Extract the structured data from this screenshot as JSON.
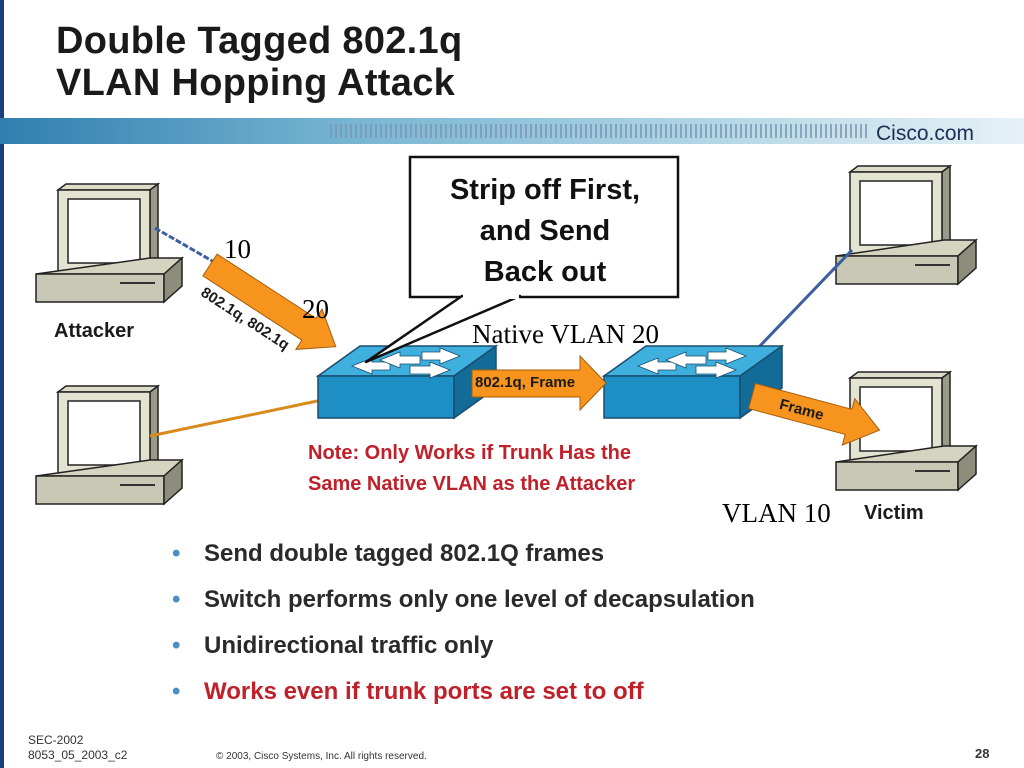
{
  "slide": {
    "title_line1": "Double Tagged 802.1q",
    "title_line2": "VLAN Hopping Attack",
    "brand": "Cisco.com"
  },
  "diagram": {
    "callout_line1": "Strip off First,",
    "callout_line2": "and Send",
    "callout_line3": "Back out",
    "attacker_label": "Attacker",
    "victim_label": "Victim",
    "tag_10": "10",
    "tag_20": "20",
    "native_vlan_label": "Native VLAN 20",
    "vlan10_label": "VLAN 10",
    "arrow_double_tag": "802.1q, 802.1q",
    "arrow_trunk": "802.1q, Frame",
    "arrow_frame": "Frame",
    "note_line1": "Note: Only Works if Trunk Has the",
    "note_line2": "Same Native VLAN as the Attacker",
    "colors": {
      "arrow_fill": "#f7941d",
      "switch_blue": "#1f8fc0",
      "note_red": "#c0202a",
      "header_bar": "#4a9abf"
    }
  },
  "bullets": [
    "Send double tagged 802.1Q frames",
    "Switch performs only one level of decapsulation",
    "Unidirectional traffic only",
    "Works even if trunk ports are set to off"
  ],
  "footer": {
    "course": "SEC-2002",
    "code": "8053_05_2003_c2",
    "copyright": "© 2003, Cisco Systems, Inc. All rights reserved.",
    "page": "28"
  }
}
